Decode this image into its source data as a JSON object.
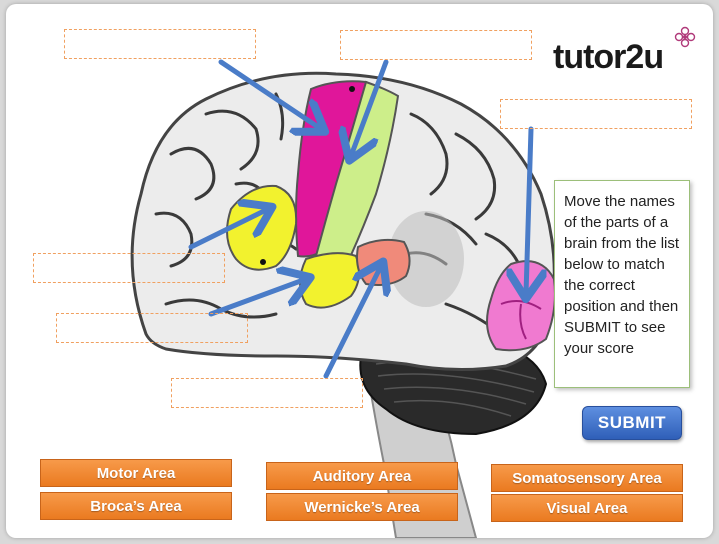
{
  "logo": {
    "text": "tutor2u"
  },
  "instructions": {
    "text": "Move the names of the parts of a brain from the list below to match the correct position and then SUBMIT to see your score"
  },
  "submit": {
    "label": "SUBMIT"
  },
  "labels": {
    "motor": "Motor Area",
    "broca": "Broca’s Area",
    "auditory": "Auditory Area",
    "wernicke": "Wernicke’s Area",
    "somatosensory": "Somatosensory Area",
    "visual": "Visual Area"
  },
  "colors": {
    "accent_orange": "#ea7a20",
    "submit_blue": "#2f5fb8",
    "arrow_blue": "#4a7cc8",
    "motor_magenta": "#e0169a",
    "somato_green": "#cdee8a",
    "broca_yellow": "#f2f22e",
    "auditory_salmon": "#f08a7a",
    "visual_pink": "#f07ad0"
  }
}
